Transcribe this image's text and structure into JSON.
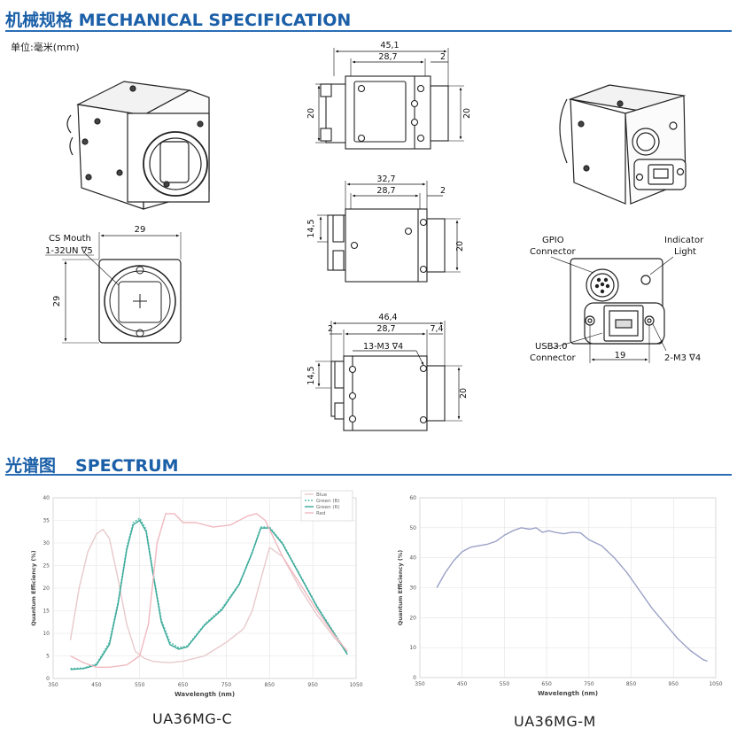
{
  "section_mech": {
    "title_cn": "机械规格",
    "title_en": "MECHANICAL SPECIFICATION",
    "unit": "单位:毫米(mm)"
  },
  "section_spec": {
    "title_cn": "光谱图",
    "title_en": "SPECTRUM"
  },
  "dims": {
    "top_overall": "45,1",
    "top_body": "28,7",
    "top_flange": "2",
    "top_h_left": "20",
    "top_h_right": "20",
    "mid_overall": "32,7",
    "mid_body": "28,7",
    "mid_flange": "2",
    "mid_h_left": "14,5",
    "mid_h_right": "20",
    "bot_overall": "46,4",
    "bot_flange": "2",
    "bot_body": "28,7",
    "bot_rear": "7,4",
    "bot_thread": "13-M3 ∇4",
    "bot_h_left": "14,5",
    "bot_h_right": "20",
    "front_width": "29",
    "front_height": "29",
    "cs_mouth_1": "CS Mouth",
    "cs_mouth_2": "1-32UN ∇5",
    "rear_gpio_1": "GPIO",
    "rear_gpio_2": "Connector",
    "rear_led_1": "Indicator",
    "rear_led_2": "Light",
    "rear_usb_1": "USB3.0",
    "rear_usb_2": "Connector",
    "rear_spacing": "19",
    "rear_screw": "2-M3 ∇4"
  },
  "chart_data": [
    {
      "type": "line",
      "caption": "UA36MG-C",
      "xlabel": "Wavelength (nm)",
      "ylabel": "Quantum Efficiency (%)",
      "xlim": [
        350,
        1050
      ],
      "ylim": [
        0,
        40
      ],
      "xticks": [
        350,
        450,
        550,
        650,
        750,
        850,
        950,
        1050
      ],
      "yticks": [
        0,
        5,
        10,
        15,
        20,
        25,
        30,
        35,
        40
      ],
      "grid": true,
      "legend_position": "top-right",
      "series": [
        {
          "name": "Blue",
          "color": "#e8c9cc",
          "dash": false,
          "x": [
            390,
            410,
            430,
            450,
            465,
            480,
            500,
            520,
            540,
            560,
            580,
            600,
            620,
            650,
            700,
            750,
            790,
            810,
            830,
            850,
            880,
            920,
            960,
            1000,
            1030
          ],
          "y": [
            8.5,
            20,
            28,
            32,
            33,
            31,
            22,
            12,
            6,
            4.5,
            3.8,
            3.6,
            3.5,
            3.8,
            5,
            8,
            11,
            15,
            22,
            29,
            27,
            20,
            14,
            9,
            6
          ]
        },
        {
          "name": "Green (B)",
          "color": "#5fbfae",
          "dash": true,
          "x": [
            390,
            420,
            450,
            480,
            500,
            520,
            535,
            550,
            565,
            580,
            600,
            620,
            640,
            660,
            700,
            740,
            780,
            810,
            830,
            850,
            880,
            920,
            960,
            1000,
            1030
          ],
          "y": [
            2.2,
            2.3,
            3.2,
            8,
            17,
            29,
            34.5,
            35.5,
            33,
            24,
            13,
            8,
            6.8,
            7.2,
            12,
            15.5,
            21,
            28,
            33.5,
            33.5,
            30,
            23,
            16,
            10,
            5.5
          ]
        },
        {
          "name": "Green (R)",
          "color": "#3aa99a",
          "dash": false,
          "x": [
            390,
            420,
            450,
            480,
            500,
            520,
            535,
            550,
            565,
            580,
            600,
            620,
            640,
            660,
            700,
            740,
            780,
            810,
            830,
            850,
            880,
            920,
            960,
            1000,
            1030
          ],
          "y": [
            2,
            2.2,
            3,
            7.5,
            16.5,
            28.5,
            34,
            35,
            32.5,
            23.5,
            12.5,
            7.5,
            6.5,
            7,
            11.8,
            15.2,
            20.8,
            27.8,
            33.3,
            33.3,
            29.8,
            22.8,
            15.8,
            9.8,
            5.3
          ]
        },
        {
          "name": "Red",
          "color": "#f0b9bf",
          "dash": false,
          "x": [
            390,
            420,
            450,
            480,
            520,
            550,
            570,
            590,
            610,
            630,
            650,
            680,
            720,
            760,
            800,
            820,
            840,
            860,
            880,
            920,
            960,
            1000,
            1030
          ],
          "y": [
            5,
            3.5,
            2.5,
            2.5,
            3,
            5,
            12,
            30,
            36.5,
            36.5,
            34.5,
            34.5,
            33.5,
            34,
            36,
            36.5,
            35,
            31,
            27,
            21,
            15,
            9.5,
            6
          ]
        }
      ]
    },
    {
      "type": "line",
      "caption": "UA36MG-M",
      "xlabel": "Wavelength (nm)",
      "ylabel": "Quantum Efficiency (%)",
      "xlim": [
        350,
        1050
      ],
      "ylim": [
        0,
        60
      ],
      "xticks": [
        350,
        450,
        550,
        650,
        750,
        850,
        950,
        1050
      ],
      "yticks": [
        0,
        10,
        20,
        30,
        40,
        50,
        60
      ],
      "grid": true,
      "series": [
        {
          "color": "#9aa1c6",
          "dash": false,
          "x": [
            390,
            410,
            430,
            450,
            470,
            490,
            510,
            530,
            550,
            570,
            590,
            610,
            625,
            640,
            655,
            670,
            690,
            710,
            730,
            750,
            780,
            810,
            840,
            870,
            900,
            930,
            960,
            990,
            1020,
            1030
          ],
          "y": [
            30,
            35,
            39,
            42,
            43.5,
            44,
            44.5,
            45.5,
            47.5,
            49,
            50,
            49.5,
            50,
            48.5,
            49,
            48.5,
            48,
            48.5,
            48.3,
            46,
            44,
            40,
            35,
            29,
            23,
            18,
            13,
            9,
            6,
            5.5
          ]
        }
      ]
    }
  ]
}
